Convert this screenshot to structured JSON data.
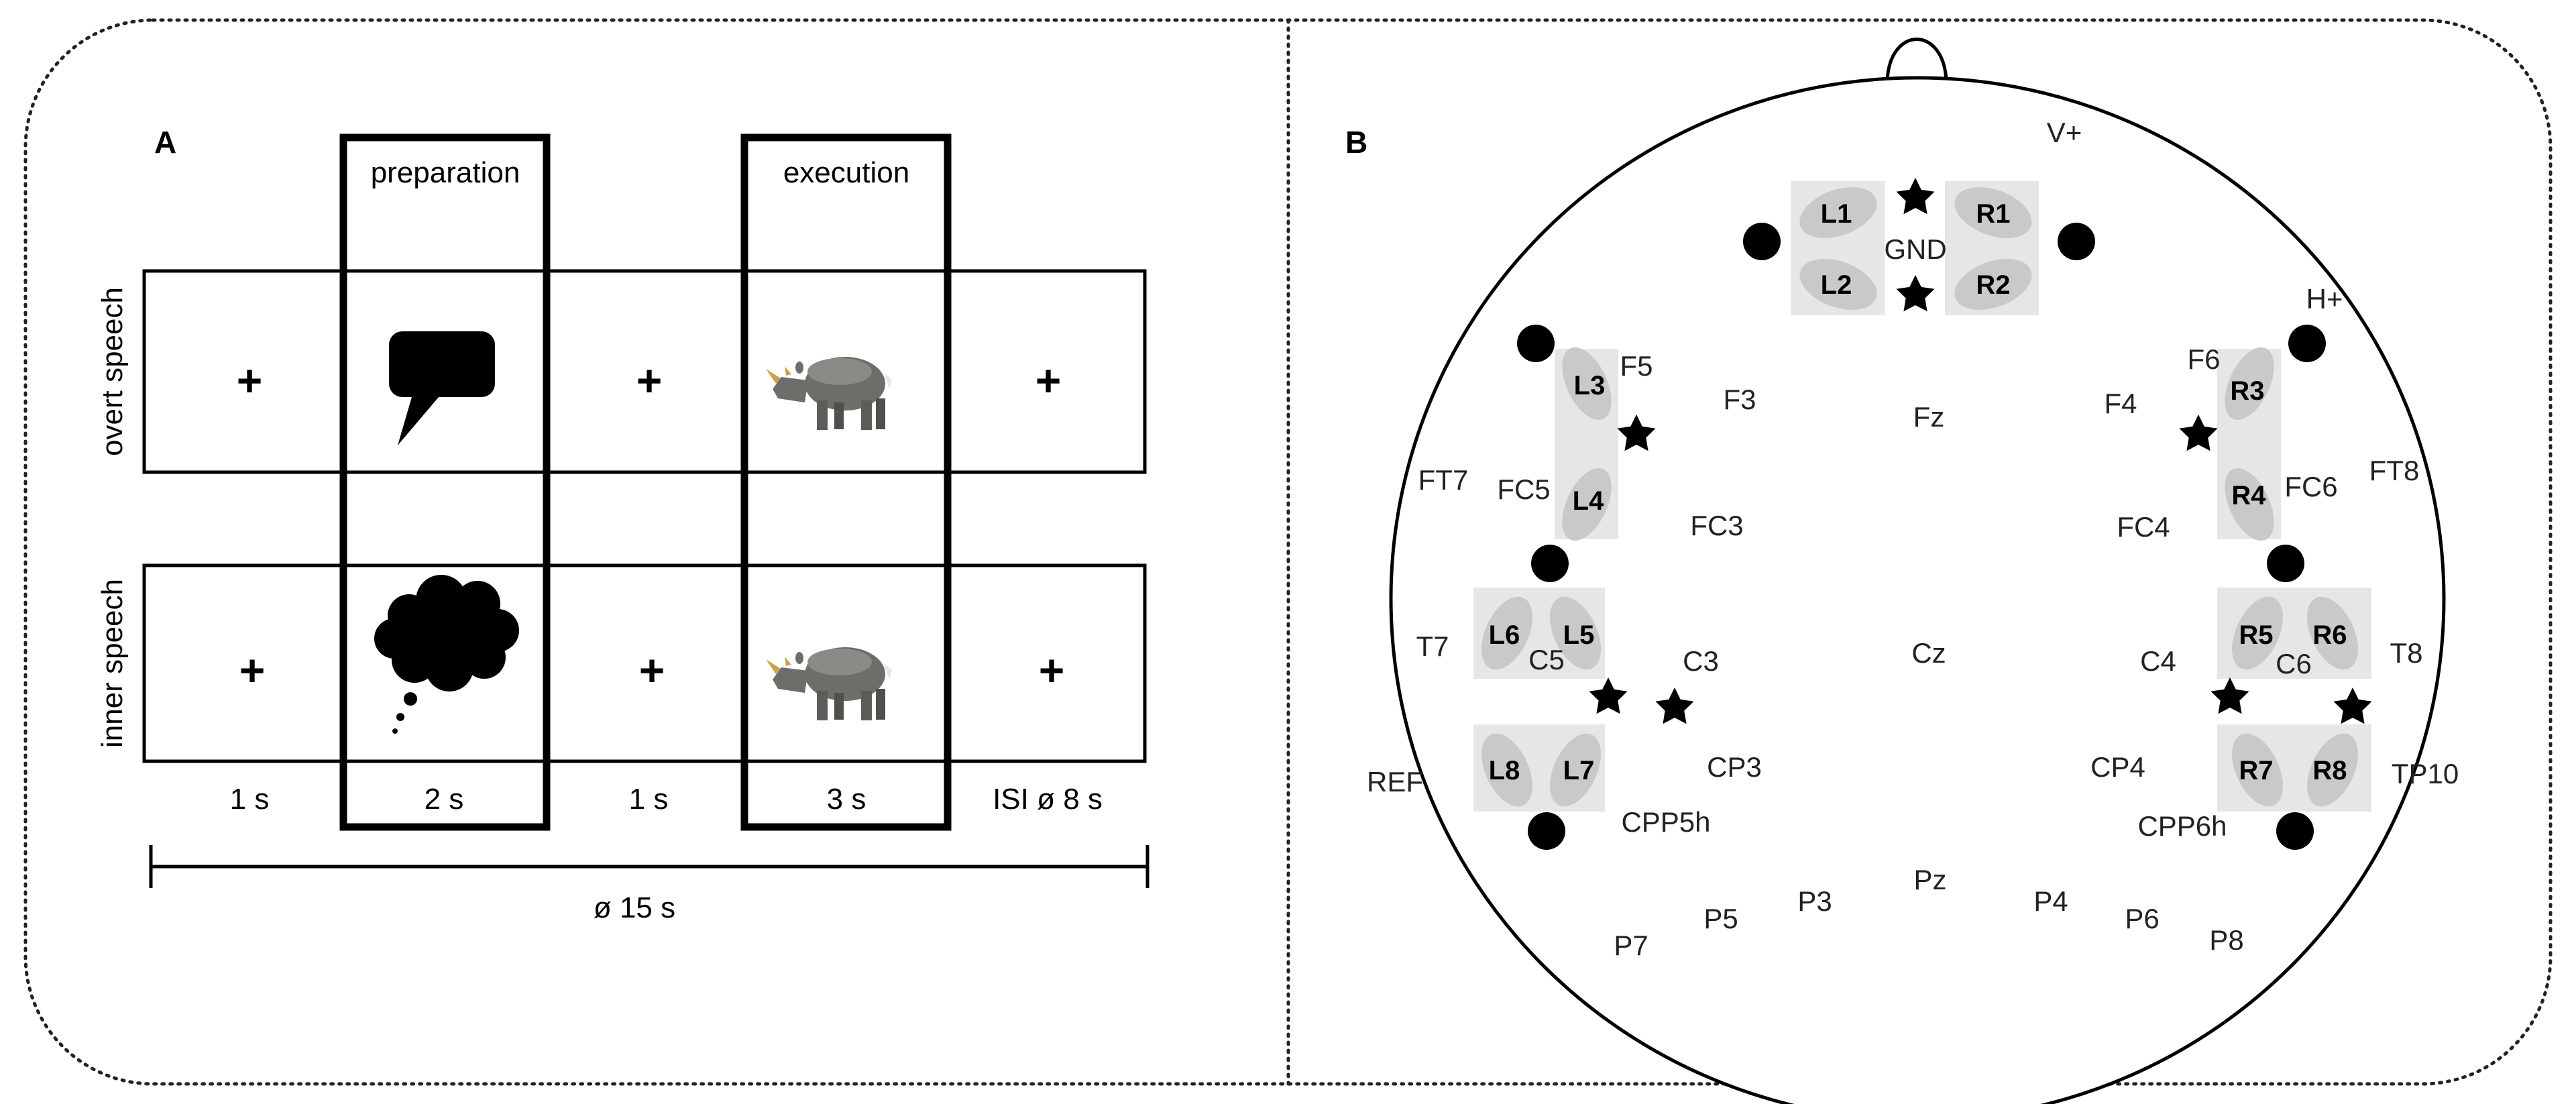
{
  "panel_a": {
    "label": "A",
    "headers": {
      "preparation": "preparation",
      "execution": "execution"
    },
    "rows": {
      "overt": "overt speech",
      "inner": "inner speech"
    },
    "fixation": "+",
    "durations": [
      "1 s",
      "2 s",
      "1 s",
      "3 s",
      "ISI ø 8 s"
    ],
    "total": "ø 15 s",
    "icons": {
      "overt_prep": "speech-bubble-icon",
      "inner_prep": "thought-bubble-icon",
      "stimulus": "rhinoceros-image"
    }
  },
  "panel_b": {
    "label": "B",
    "electrodes": {
      "vplus": "V+",
      "hplus": "H+",
      "gnd": "GND",
      "f5": "F5",
      "f3": "F3",
      "fz": "Fz",
      "f4": "F4",
      "f6": "F6",
      "ft7": "FT7",
      "fc5": "FC5",
      "fc3": "FC3",
      "fc4": "FC4",
      "fc6": "FC6",
      "ft8": "FT8",
      "t7": "T7",
      "c5": "C5",
      "c3": "C3",
      "cz": "Cz",
      "c4": "C4",
      "c6": "C6",
      "t8": "T8",
      "ref": "REF",
      "cp3": "CP3",
      "cp4": "CP4",
      "tp10": "TP10",
      "cpp5h": "CPP5h",
      "cpp6h": "CPP6h",
      "p7": "P7",
      "p5": "P5",
      "p3": "P3",
      "pz": "Pz",
      "p4": "P4",
      "p6": "P6",
      "p8": "P8"
    },
    "channels": {
      "l1": "L1",
      "l2": "L2",
      "r1": "R1",
      "r2": "R2",
      "l3": "L3",
      "l4": "L4",
      "r3": "R3",
      "r4": "R4",
      "l5": "L5",
      "l6": "L6",
      "r5": "R5",
      "r6": "R6",
      "l7": "L7",
      "l8": "L8",
      "r7": "R7",
      "r8": "R8"
    }
  }
}
